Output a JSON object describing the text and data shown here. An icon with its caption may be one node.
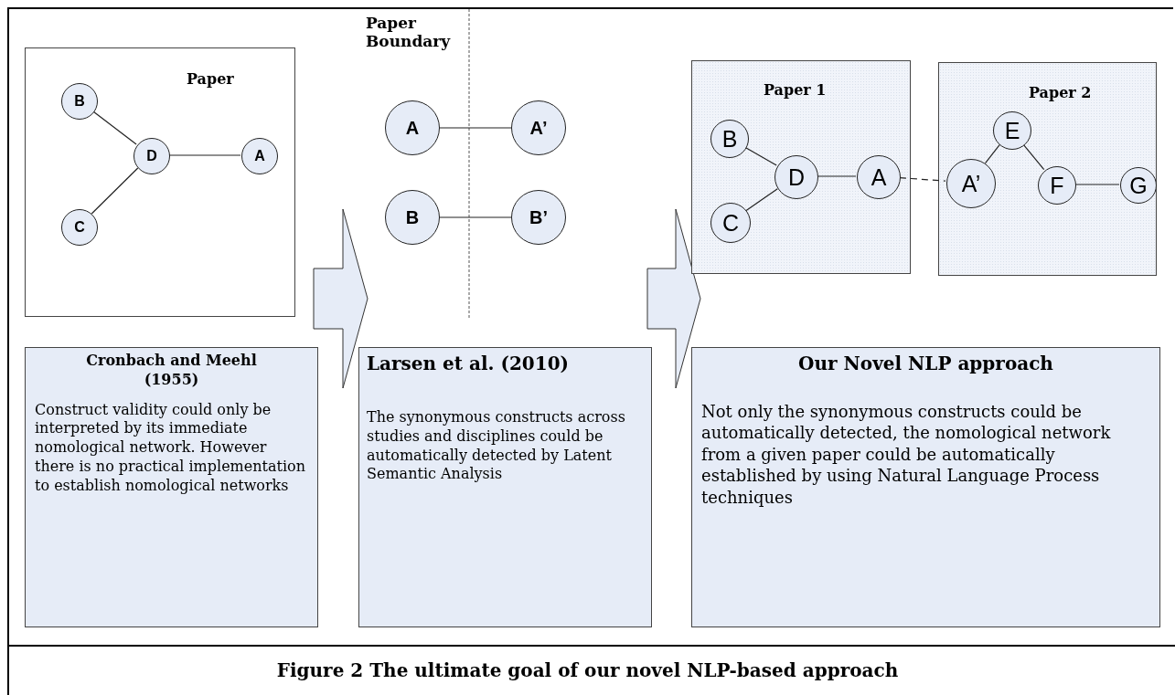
{
  "diagram": {
    "caption": "Figure 2 The ultimate goal of our novel NLP-based approach",
    "nodes": [
      {
        "text": [
          "Paper"
        ]
      },
      {
        "text": [
          "B"
        ],
        "in": 0
      },
      {
        "text": [
          "D"
        ],
        "in": 0
      },
      {
        "text": [
          "A"
        ],
        "in": 0
      },
      {
        "text": [
          "C"
        ],
        "in": 0
      },
      {
        "text": [
          "A"
        ]
      },
      {
        "text": [
          "A’"
        ]
      },
      {
        "text": [
          "B"
        ]
      },
      {
        "text": [
          "B’"
        ]
      },
      {
        "text": [
          "Paper 1"
        ]
      },
      {
        "text": [
          "B"
        ],
        "in": 9
      },
      {
        "text": [
          "D"
        ],
        "in": 9
      },
      {
        "text": [
          "A"
        ],
        "in": 9
      },
      {
        "text": [
          "C"
        ],
        "in": 9
      },
      {
        "text": [
          "Paper 2"
        ]
      },
      {
        "text": [
          "E"
        ],
        "in": 14
      },
      {
        "text": [
          "A’"
        ],
        "in": 14
      },
      {
        "text": [
          "F"
        ],
        "in": 14
      },
      {
        "text": [
          "G"
        ],
        "in": 14
      },
      {
        "text": [
          "Cronbach and Meehl (1955)",
          "Construct validity could only be interpreted by its immediate nomological network. However there is no practical implementation to establish nomological networks"
        ]
      },
      {
        "text": [
          "Larsen et al. (2010)",
          "The synonymous constructs across studies and disciplines could be automatically detected by Latent Semantic Analysis"
        ]
      },
      {
        "text": [
          "Our Novel NLP approach",
          "Not only the synonymous constructs could be automatically detected, the nomological network from a given paper could be automatically established by using Natural Language Process techniques"
        ]
      }
    ],
    "edges": [
      {
        "from": 1,
        "to": 2,
        "arrow": "none"
      },
      {
        "from": 4,
        "to": 2,
        "arrow": "none"
      },
      {
        "from": 2,
        "to": 3,
        "arrow": "none"
      },
      {
        "from": 5,
        "to": 6,
        "arrow": "none"
      },
      {
        "from": 7,
        "to": 8,
        "arrow": "none"
      },
      {
        "from": 10,
        "to": 11,
        "arrow": "none"
      },
      {
        "from": 13,
        "to": 11,
        "arrow": "none"
      },
      {
        "from": 11,
        "to": 12,
        "arrow": "none"
      },
      {
        "from": 12,
        "to": 16,
        "arrow": "none",
        "style": "dashed"
      },
      {
        "from": 16,
        "to": 15,
        "arrow": "none"
      },
      {
        "from": 15,
        "to": 17,
        "arrow": "none"
      },
      {
        "from": 17,
        "to": 18,
        "arrow": "none"
      },
      {
        "from": 19,
        "to": 20,
        "arrow": "to",
        "style": "thick"
      },
      {
        "from": 20,
        "to": 21,
        "arrow": "to",
        "style": "thick"
      }
    ],
    "labels": [
      "Paper Boundary"
    ]
  }
}
